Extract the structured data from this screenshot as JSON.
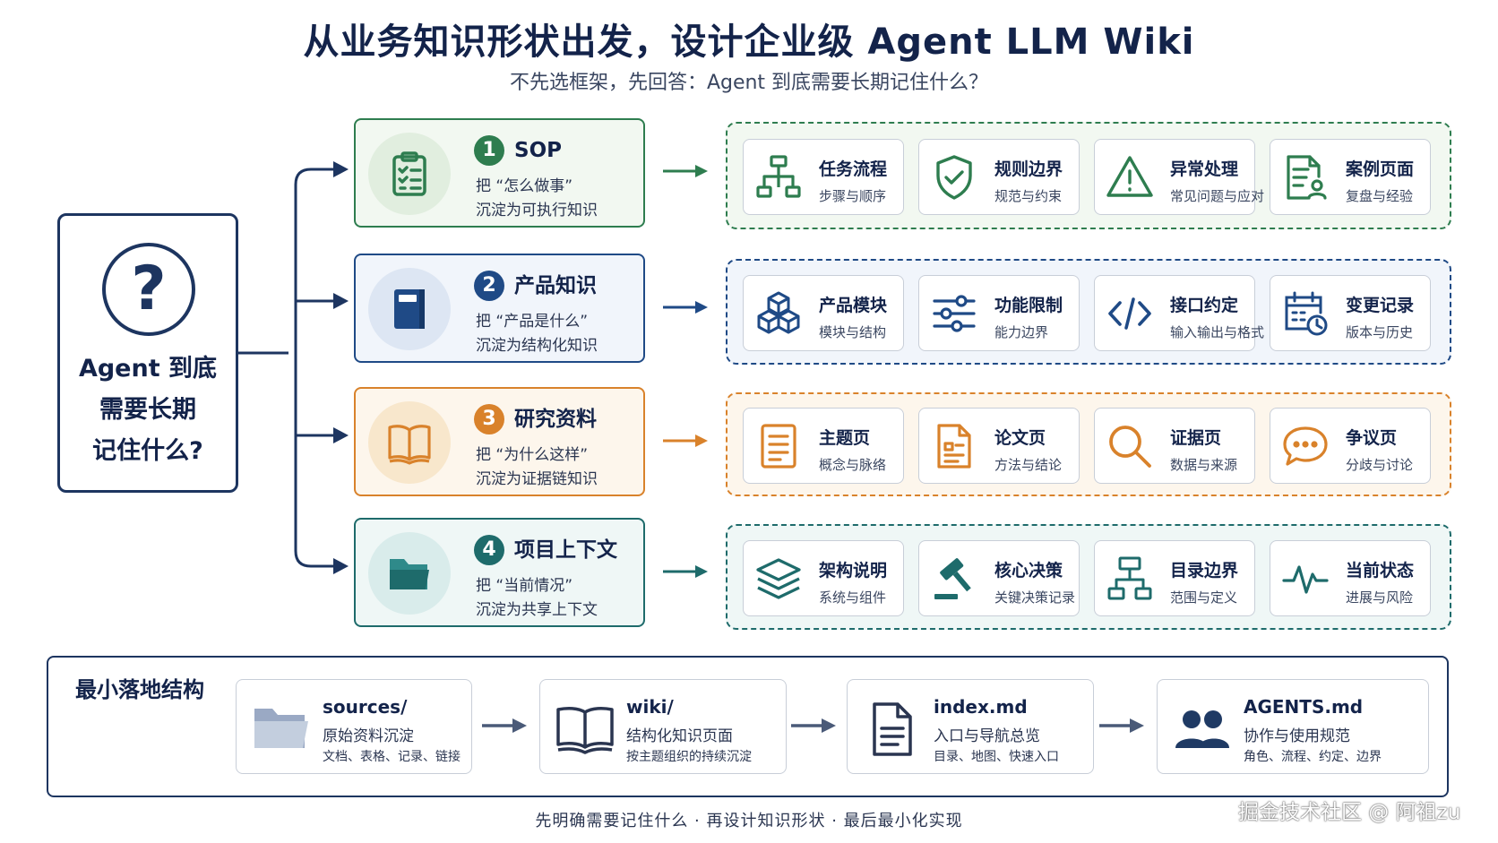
{
  "title": "从业务知识形状出发，设计企业级 Agent LLM Wiki",
  "subtitle": "不先选框架，先回答：Agent 到底需要长期记住什么？",
  "question": {
    "icon": "question-mark-icon",
    "line1": "Agent 到底",
    "line2": "需要长期",
    "line3": "记住什么?"
  },
  "categories": [
    {
      "number": "1",
      "title": "SOP",
      "line1": "把 “怎么做事”",
      "line2": "沉淀为可执行知识",
      "icon": "clipboard-checklist-icon",
      "color": "#2e7d4f",
      "bg": "#f2f8f1",
      "circle": "#e1eedf",
      "cards": [
        {
          "title": "任务流程",
          "sub": "步骤与顺序",
          "icon": "flowchart-icon"
        },
        {
          "title": "规则边界",
          "sub": "规范与约束",
          "icon": "shield-check-icon"
        },
        {
          "title": "异常处理",
          "sub": "常见问题与应对",
          "icon": "warning-triangle-icon"
        },
        {
          "title": "案例页面",
          "sub": "复盘与经验",
          "icon": "case-document-icon"
        }
      ]
    },
    {
      "number": "2",
      "title": "产品知识",
      "line1": "把 “产品是什么”",
      "line2": "沉淀为结构化知识",
      "icon": "book-icon",
      "color": "#1f4a86",
      "bg": "#f1f5fb",
      "circle": "#dde6f3",
      "cards": [
        {
          "title": "产品模块",
          "sub": "模块与结构",
          "icon": "cubes-icon"
        },
        {
          "title": "功能限制",
          "sub": "能力边界",
          "icon": "sliders-icon"
        },
        {
          "title": "接口约定",
          "sub": "输入输出与格式",
          "icon": "code-brackets-icon"
        },
        {
          "title": "变更记录",
          "sub": "版本与历史",
          "icon": "calendar-clock-icon"
        }
      ]
    },
    {
      "number": "3",
      "title": "研究资料",
      "line1": "把 “为什么这样”",
      "line2": "沉淀为证据链知识",
      "icon": "open-book-icon",
      "color": "#d9822b",
      "bg": "#fdf6ec",
      "circle": "#f8e7cc",
      "cards": [
        {
          "title": "主题页",
          "sub": "概念与脉络",
          "icon": "topic-page-icon"
        },
        {
          "title": "论文页",
          "sub": "方法与结论",
          "icon": "paper-icon"
        },
        {
          "title": "证据页",
          "sub": "数据与来源",
          "icon": "magnifier-icon"
        },
        {
          "title": "争议页",
          "sub": "分歧与讨论",
          "icon": "chat-bubble-icon"
        }
      ]
    },
    {
      "number": "4",
      "title": "项目上下文",
      "line1": "把 “当前情况”",
      "line2": "沉淀为共享上下文",
      "icon": "folder-icon",
      "color": "#1e6b6b",
      "bg": "#eff7f6",
      "circle": "#d9eceb",
      "cards": [
        {
          "title": "架构说明",
          "sub": "系统与组件",
          "icon": "layers-icon"
        },
        {
          "title": "核心决策",
          "sub": "关键决策记录",
          "icon": "gavel-icon"
        },
        {
          "title": "目录边界",
          "sub": "范围与定义",
          "icon": "directory-tree-icon"
        },
        {
          "title": "当前状态",
          "sub": "进展与风险",
          "icon": "pulse-icon"
        }
      ]
    }
  ],
  "minimal": {
    "label": "最小落地结构",
    "items": [
      {
        "title": "sources/",
        "sub": "原始资料沉淀",
        "detail": "文档、表格、记录、链接",
        "icon": "folder-icon"
      },
      {
        "title": "wiki/",
        "sub": "结构化知识页面",
        "detail": "按主题组织的持续沉淀",
        "icon": "open-book-icon"
      },
      {
        "title": "index.md",
        "sub": "入口与导航总览",
        "detail": "目录、地图、快速入口",
        "icon": "document-icon"
      },
      {
        "title": "AGENTS.md",
        "sub": "协作与使用规范",
        "detail": "角色、流程、约定、边界",
        "icon": "users-icon"
      }
    ]
  },
  "footer": "先明确需要记住什么 · 再设计知识形状 · 最后最小化实现",
  "watermark": "掘金技术社区 @ 阿祖zu"
}
